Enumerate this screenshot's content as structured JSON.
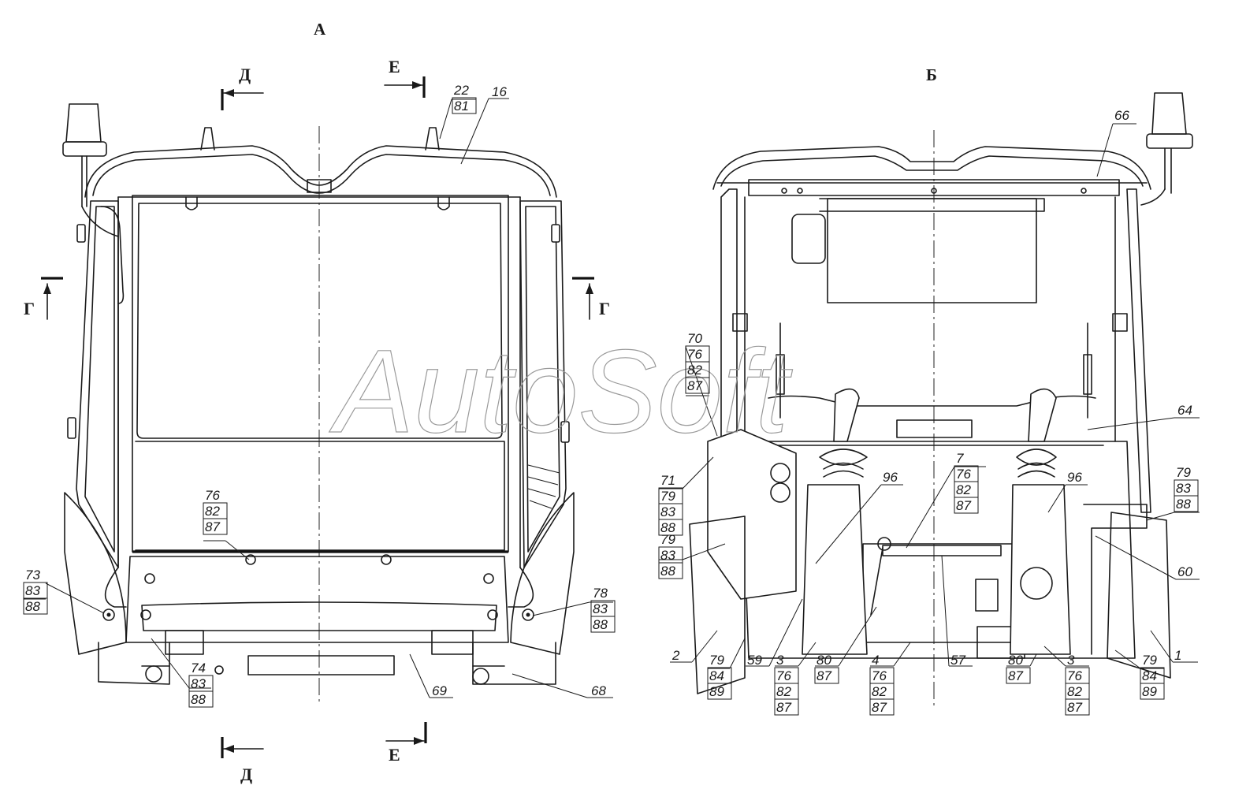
{
  "views": {
    "view_a": "А",
    "view_b": "Б"
  },
  "sections": {
    "d": "Д",
    "e": "Е",
    "g": "Г"
  },
  "watermark": "AutoSoft",
  "callouts_a": [
    {
      "id": "a-22",
      "lines": [
        "22",
        "81"
      ]
    },
    {
      "id": "a-16",
      "lines": [
        "16"
      ]
    },
    {
      "id": "a-76",
      "lines": [
        "76",
        "82",
        "87"
      ]
    },
    {
      "id": "a-73",
      "lines": [
        "73",
        "83",
        "88"
      ]
    },
    {
      "id": "a-78",
      "lines": [
        "78",
        "83",
        "88"
      ]
    },
    {
      "id": "a-74",
      "lines": [
        "74",
        "83",
        "88"
      ]
    },
    {
      "id": "a-69",
      "lines": [
        "69"
      ]
    },
    {
      "id": "a-68",
      "lines": [
        "68"
      ]
    }
  ],
  "callouts_b": [
    {
      "id": "b-66",
      "lines": [
        "66"
      ]
    },
    {
      "id": "b-70",
      "lines": [
        "70",
        "76",
        "82",
        "87"
      ]
    },
    {
      "id": "b-64",
      "lines": [
        "64"
      ]
    },
    {
      "id": "b-71",
      "lines": [
        "71",
        "79",
        "83",
        "88"
      ]
    },
    {
      "id": "b-79L",
      "lines": [
        "79",
        "83",
        "88"
      ]
    },
    {
      "id": "b-96L",
      "lines": [
        "96"
      ]
    },
    {
      "id": "b-7",
      "lines": [
        "7",
        "76",
        "82",
        "87"
      ]
    },
    {
      "id": "b-96R",
      "lines": [
        "96"
      ]
    },
    {
      "id": "b-79R",
      "lines": [
        "79",
        "83",
        "88"
      ]
    },
    {
      "id": "b-60",
      "lines": [
        "60"
      ]
    },
    {
      "id": "b-2",
      "lines": [
        "2"
      ]
    },
    {
      "id": "b-79a",
      "lines": [
        "79",
        "84",
        "89"
      ]
    },
    {
      "id": "b-59",
      "lines": [
        "59"
      ]
    },
    {
      "id": "b-3L",
      "lines": [
        "3",
        "76",
        "82",
        "87"
      ]
    },
    {
      "id": "b-80L",
      "lines": [
        "80",
        "87"
      ]
    },
    {
      "id": "b-4",
      "lines": [
        "4",
        "76",
        "82",
        "87"
      ]
    },
    {
      "id": "b-57",
      "lines": [
        "57"
      ]
    },
    {
      "id": "b-80R",
      "lines": [
        "80",
        "87"
      ]
    },
    {
      "id": "b-3R",
      "lines": [
        "3",
        "76",
        "82",
        "87"
      ]
    },
    {
      "id": "b-79b",
      "lines": [
        "79",
        "84",
        "89"
      ]
    },
    {
      "id": "b-1",
      "lines": [
        "1"
      ]
    }
  ]
}
